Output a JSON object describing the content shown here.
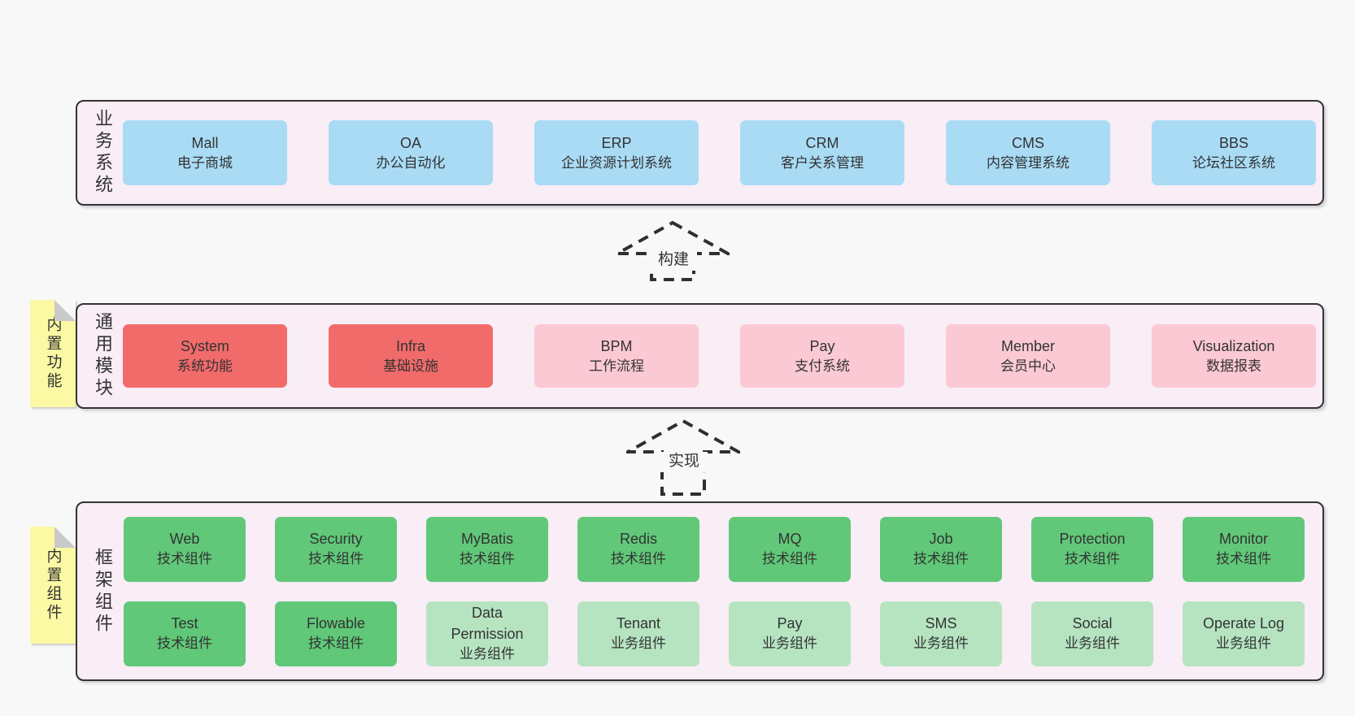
{
  "diagram": {
    "background": "#f8f8f8",
    "colors": {
      "section_fill": "#f9edf6",
      "section_border": "#333333",
      "blue": "#a9dbf5",
      "red": "#f26b6b",
      "pink": "#fbc9d3",
      "green": "#60c878",
      "light_green": "#b6e4c1",
      "tab_yellow": "#fbf9a3",
      "fold_gray": "#cacaca",
      "text": "#333333"
    },
    "sections": [
      {
        "id": "business-systems",
        "label": "业务系统",
        "boxes": [
          {
            "name": "Mall",
            "desc": "电子商城",
            "variant": "blue"
          },
          {
            "name": "OA",
            "desc": "办公自动化",
            "variant": "blue"
          },
          {
            "name": "ERP",
            "desc": "企业资源计划系统",
            "variant": "blue"
          },
          {
            "name": "CRM",
            "desc": "客户关系管理",
            "variant": "blue"
          },
          {
            "name": "CMS",
            "desc": "内容管理系统",
            "variant": "blue"
          },
          {
            "name": "BBS",
            "desc": "论坛社区系统",
            "variant": "blue"
          }
        ]
      },
      {
        "id": "common-modules",
        "label": "通用模块",
        "tab": "内置功能",
        "boxes": [
          {
            "name": "System",
            "desc": "系统功能",
            "variant": "red"
          },
          {
            "name": "Infra",
            "desc": "基础设施",
            "variant": "red"
          },
          {
            "name": "BPM",
            "desc": "工作流程",
            "variant": "pink"
          },
          {
            "name": "Pay",
            "desc": "支付系统",
            "variant": "pink"
          },
          {
            "name": "Member",
            "desc": "会员中心",
            "variant": "pink"
          },
          {
            "name": "Visualization",
            "desc": "数据报表",
            "variant": "pink"
          }
        ]
      },
      {
        "id": "framework-components",
        "label": "框架组件",
        "tab": "内置组件",
        "rows": [
          [
            {
              "name": "Web",
              "desc": "技术组件",
              "variant": "green"
            },
            {
              "name": "Security",
              "desc": "技术组件",
              "variant": "green"
            },
            {
              "name": "MyBatis",
              "desc": "技术组件",
              "variant": "green"
            },
            {
              "name": "Redis",
              "desc": "技术组件",
              "variant": "green"
            },
            {
              "name": "MQ",
              "desc": "技术组件",
              "variant": "green"
            },
            {
              "name": "Job",
              "desc": "技术组件",
              "variant": "green"
            },
            {
              "name": "Protection",
              "desc": "技术组件",
              "variant": "green"
            },
            {
              "name": "Monitor",
              "desc": "技术组件",
              "variant": "green"
            }
          ],
          [
            {
              "name": "Test",
              "desc": "技术组件",
              "variant": "green"
            },
            {
              "name": "Flowable",
              "desc": "技术组件",
              "variant": "green"
            },
            {
              "name": "Data Permission",
              "desc": "业务组件",
              "variant": "lightgreen"
            },
            {
              "name": "Tenant",
              "desc": "业务组件",
              "variant": "lightgreen"
            },
            {
              "name": "Pay",
              "desc": "业务组件",
              "variant": "lightgreen"
            },
            {
              "name": "SMS",
              "desc": "业务组件",
              "variant": "lightgreen"
            },
            {
              "name": "Social",
              "desc": "业务组件",
              "variant": "lightgreen"
            },
            {
              "name": "Operate Log",
              "desc": "业务组件",
              "variant": "lightgreen"
            }
          ]
        ]
      }
    ],
    "arrows": [
      {
        "label": "构建"
      },
      {
        "label": "实现"
      }
    ]
  }
}
